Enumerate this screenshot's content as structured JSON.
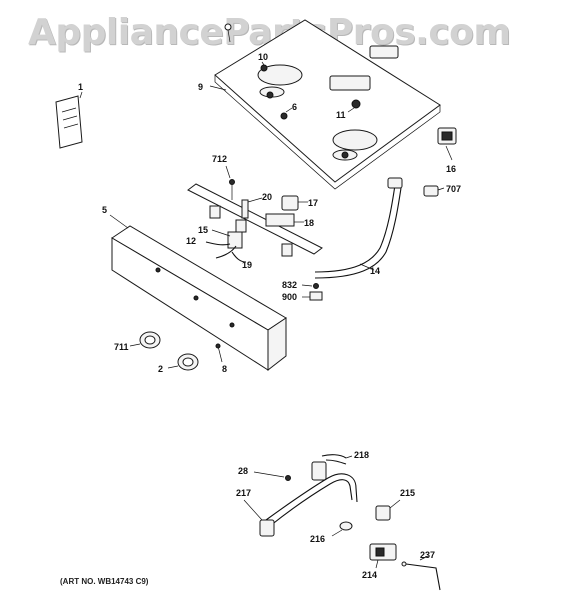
{
  "watermark": "AppliancePartsPros.com",
  "art_number": "(ART NO. WB14743 C9)",
  "callouts": {
    "c1": "1",
    "c2": "2",
    "c5": "5",
    "c6": "6",
    "c8": "8",
    "c9": "9",
    "c10": "10",
    "c11": "11",
    "c12": "12",
    "c14": "14",
    "c15": "15",
    "c16": "16",
    "c17": "17",
    "c18": "18",
    "c19": "19",
    "c20": "20",
    "c28": "28",
    "c214": "214",
    "c215": "215",
    "c216": "216",
    "c217": "217",
    "c218": "218",
    "c237": "237",
    "c707": "707",
    "c711": "711",
    "c712": "712",
    "c832": "832",
    "c900": "900"
  }
}
